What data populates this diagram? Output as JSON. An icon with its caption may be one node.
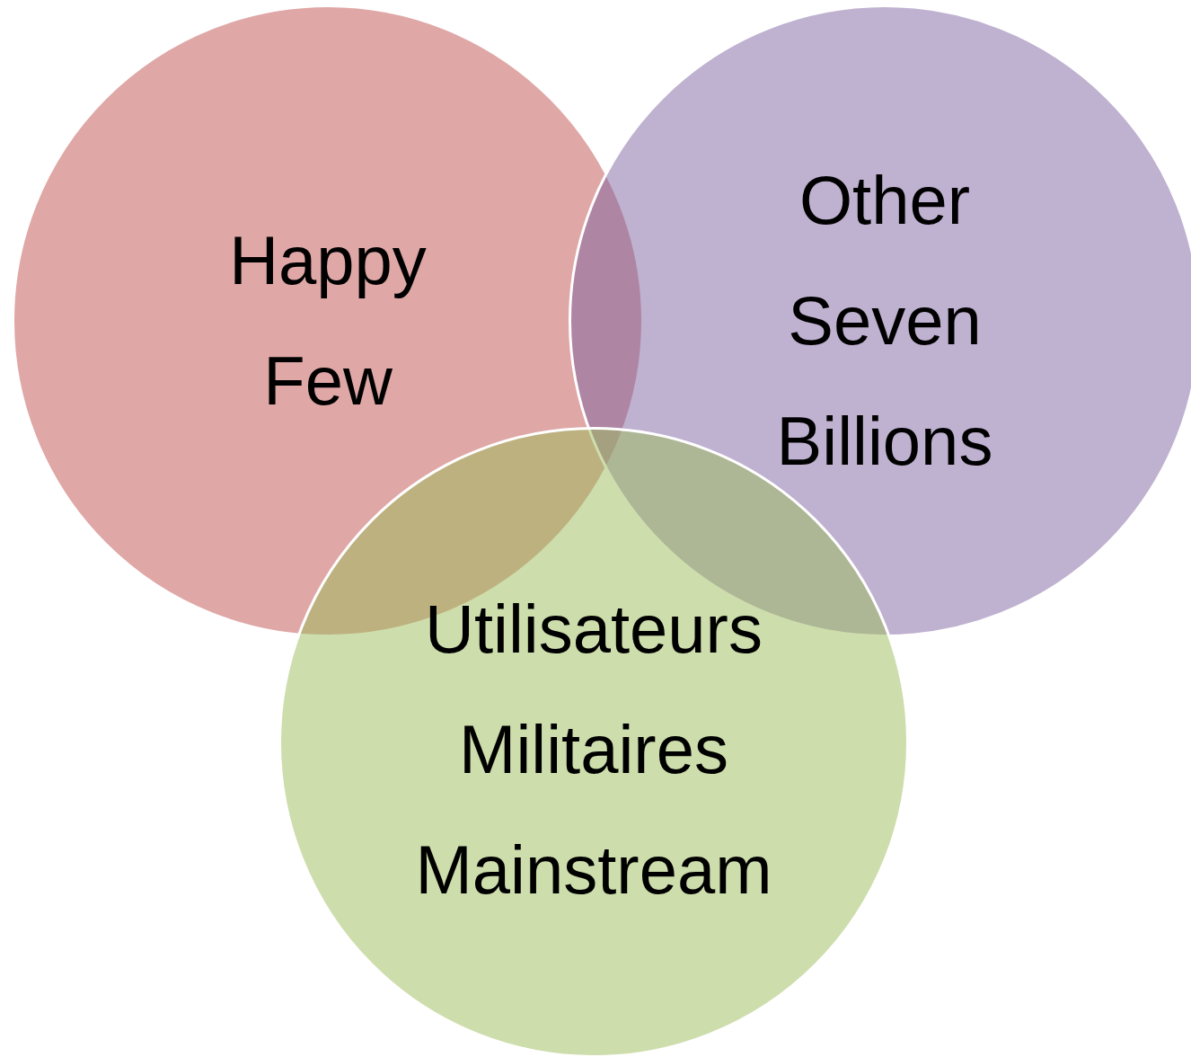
{
  "diagram": {
    "nodes": [
      {
        "text": [
          "Happy Few"
        ]
      },
      {
        "text": [
          "Other Seven Billions"
        ]
      },
      {
        "text": [
          "Utilisateurs Militaires Mainstream"
        ]
      }
    ]
  }
}
